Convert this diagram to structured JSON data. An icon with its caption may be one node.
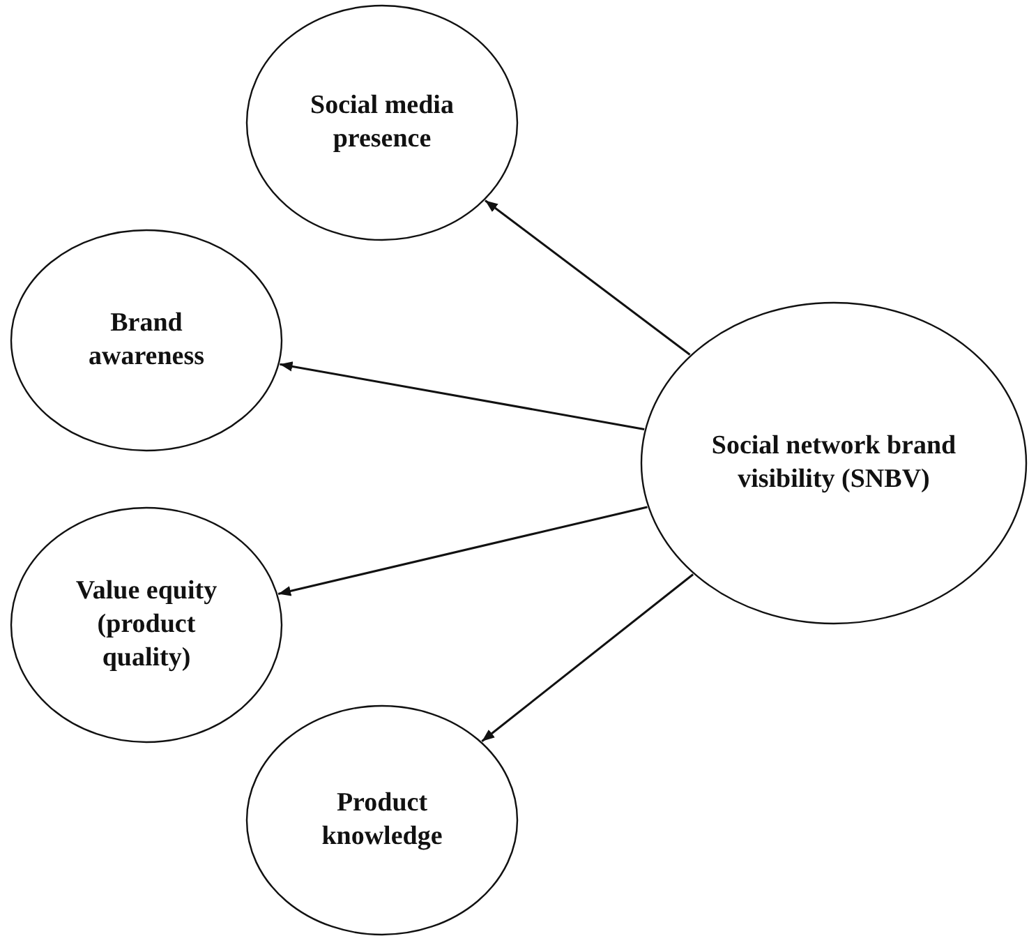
{
  "diagram": {
    "nodes": [
      {
        "text": [
          "Social media presence"
        ]
      },
      {
        "text": [
          "Brand awareness"
        ]
      },
      {
        "text": [
          "Social network brand visibility (SNBV)"
        ]
      },
      {
        "text": [
          "Value equity (product quality)"
        ]
      },
      {
        "text": [
          "Product knowledge"
        ]
      }
    ],
    "edges": [
      {
        "from": 2,
        "to": 0,
        "arrow": "to"
      },
      {
        "from": 2,
        "to": 1,
        "arrow": "to"
      },
      {
        "from": 2,
        "to": 3,
        "arrow": "to"
      },
      {
        "from": 2,
        "to": 4,
        "arrow": "to"
      }
    ]
  }
}
